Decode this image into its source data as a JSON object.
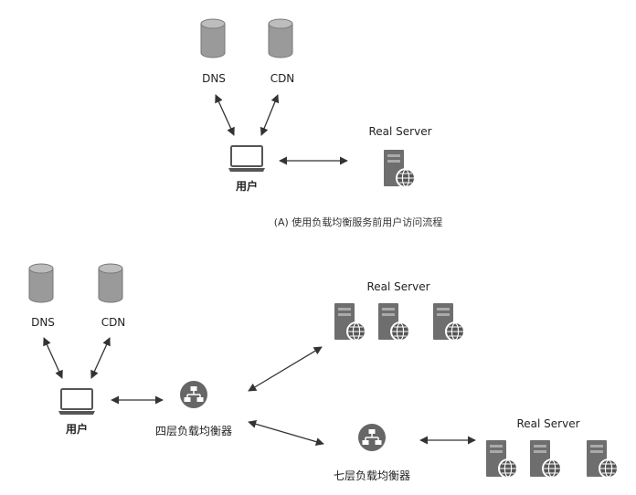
{
  "top": {
    "dns": "DNS",
    "cdn": "CDN",
    "user": "用户",
    "real_server": "Real Server",
    "caption": "(A) 使用负载均衡服务前用户访问流程"
  },
  "bottom": {
    "dns": "DNS",
    "cdn": "CDN",
    "user": "用户",
    "l4_lb": "四层负载均衡器",
    "l7_lb": "七层负载均衡器",
    "real_server_group1": "Real Server",
    "real_server_group2": "Real Server"
  },
  "icons": {
    "database": "database-icon",
    "laptop": "laptop-icon",
    "server": "server-globe-icon",
    "load_balancer": "network-hierarchy-icon"
  },
  "colors": {
    "icon_gray": "#8a8a8a",
    "icon_dark": "#555555",
    "arrow": "#333333"
  }
}
